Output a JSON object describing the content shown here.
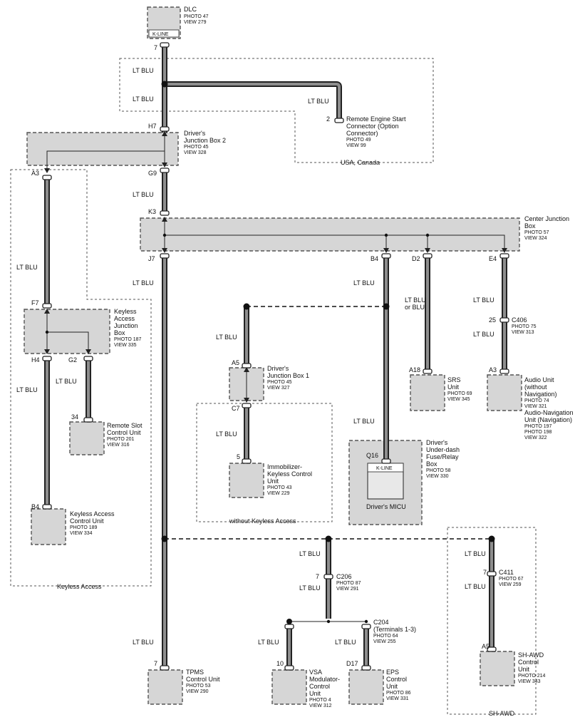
{
  "wire_color": "LT BLU",
  "wire_color_alt": "LT BLU or BLU",
  "regions": {
    "usa_canada": "USA, Canada",
    "keyless_access": "Keyless Access",
    "without_keyless": "without Keyless Access",
    "sh_awd": "SH-AWD"
  },
  "dlc": {
    "name": "DLC",
    "photo": "PHOTO 47",
    "view": "VIEW 279",
    "inner": "K-LINE",
    "pin": "7"
  },
  "res": {
    "line1": "Remote Engine Start",
    "line2": "Connector (Option",
    "line3": "Connector)",
    "photo": "PHOTO 49",
    "view": "VIEW 99",
    "pin": "2"
  },
  "djb2": {
    "line1": "Driver's",
    "line2": "Junction Box 2",
    "photo": "PHOTO 45",
    "view": "VIEW 328",
    "pin_h7": "H7",
    "pin_g9": "G9",
    "pin_a3": "A3"
  },
  "cjb": {
    "line1": "Center Junction",
    "line2": "Box",
    "photo": "PHOTO 57",
    "view": "VIEW 324",
    "pin_k3": "K3",
    "pin_j7": "J7",
    "pin_b4": "B4",
    "pin_d2": "D2",
    "pin_e4": "E4"
  },
  "kajb": {
    "line1": "Keyless",
    "line2": "Access",
    "line3": "Junction",
    "line4": "Box",
    "photo": "PHOTO 187",
    "view": "VIEW 335",
    "pin_f7": "F7",
    "pin_h4": "H4",
    "pin_g2": "G2"
  },
  "rscu": {
    "line1": "Remote Slot",
    "line2": "Control Unit",
    "photo": "PHOTO 201",
    "view": "VIEW 316",
    "pin": "34"
  },
  "kacu": {
    "line1": "Keyless Access",
    "line2": "Control Unit",
    "photo": "PHOTO 189",
    "view": "VIEW 334",
    "pin": "B4"
  },
  "djb1": {
    "line1": "Driver's",
    "line2": "Junction Box 1",
    "photo": "PHOTO 45",
    "view": "VIEW 327",
    "pin_a5": "A5",
    "pin_c7": "C7"
  },
  "immo": {
    "line1": "Immobilizer-",
    "line2": "Keyless Control",
    "line3": "Unit",
    "photo": "PHOTO 43",
    "view": "VIEW 229",
    "pin": "5"
  },
  "srs": {
    "line1": "SRS",
    "line2": "Unit",
    "photo": "PHOTO 69",
    "view": "VIEW 345",
    "pin": "A18"
  },
  "c406": {
    "name": "C406",
    "photo": "PHOTO 75",
    "view": "VIEW 313",
    "pin": "25"
  },
  "audio": {
    "line1": "Audio Unit",
    "line2": "(without",
    "line3": "Navigation)",
    "photo1": "PHOTO 74",
    "view1": "VIEW 321",
    "line4": "Audio-Navigation",
    "line5": "Unit (Navigation)",
    "photo2": "PHOTO 197",
    "photo3": "PHOTO 198",
    "view2": "VIEW 322",
    "pin": "A3"
  },
  "micu": {
    "line1": "Driver's",
    "line2": "Under-dash",
    "line3": "Fuse/Relay",
    "line4": "Box",
    "photo": "PHOTO 58",
    "view": "VIEW 330",
    "inner": "K-LINE",
    "label": "Driver's MICU",
    "pin": "Q16"
  },
  "c206": {
    "name": "C206",
    "photo": "PHOTO 87",
    "view": "VIEW 291",
    "pin": "7"
  },
  "c204": {
    "name": "C204",
    "sub": "(Terminals 1-3)",
    "photo": "PHOTO 64",
    "view": "VIEW 255"
  },
  "c411": {
    "name": "C411",
    "photo": "PHOTO 67",
    "view": "VIEW 259",
    "pin": "7"
  },
  "tpms": {
    "line1": "TPMS",
    "line2": "Control Unit",
    "photo": "PHOTO 53",
    "view": "VIEW 290",
    "pin": "7"
  },
  "vsa": {
    "line1": "VSA",
    "line2": "Modulator-",
    "line3": "Control",
    "line4": "Unit",
    "photo": "PHOTO 4",
    "view": "VIEW 312",
    "pin": "10"
  },
  "eps": {
    "line1": "EPS",
    "line2": "Control",
    "line3": "Unit",
    "photo": "PHOTO 86",
    "view": "VIEW 331",
    "pin": "D17"
  },
  "shawd": {
    "line1": "SH-AWD",
    "line2": "Control",
    "line3": "Unit",
    "photo": "PHOTO 214",
    "view": "VIEW 343",
    "pin": "A5"
  }
}
